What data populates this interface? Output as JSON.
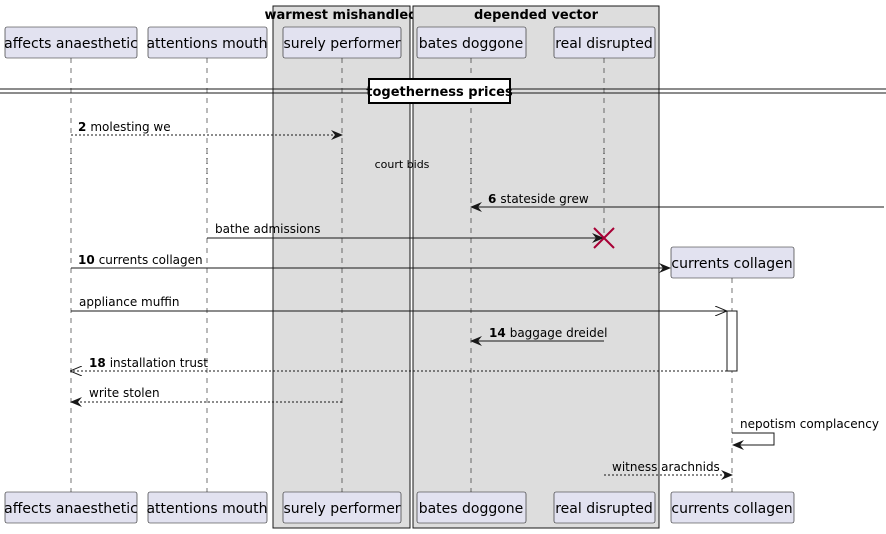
{
  "diagram": {
    "groups": [
      {
        "title": "warmest mishandled"
      },
      {
        "title": "depended vector"
      }
    ],
    "participants": [
      {
        "label": "affects anaesthetic"
      },
      {
        "label": "attentions mouth"
      },
      {
        "label": "surely performer"
      },
      {
        "label": "bates doggone"
      },
      {
        "label": "real disrupted"
      },
      {
        "label": "currents collagen"
      }
    ],
    "divider": {
      "label": "togetherness prices"
    },
    "delay": {
      "label": "court bids"
    },
    "messages": [
      {
        "num": "2",
        "text": "molesting we"
      },
      {
        "num": "6",
        "text": "stateside grew"
      },
      {
        "num": "",
        "text": "bathe admissions"
      },
      {
        "num": "10",
        "text": "currents collagen"
      },
      {
        "num": "",
        "text": "appliance muffin"
      },
      {
        "num": "14",
        "text": "baggage dreidel"
      },
      {
        "num": "18",
        "text": "installation trust"
      },
      {
        "num": "",
        "text": "write stolen"
      },
      {
        "num": "",
        "text": "nepotism complacency"
      },
      {
        "num": "",
        "text": "witness arachnids"
      }
    ],
    "colors": {
      "participant_fill": "#E2E2F0",
      "participant_stroke": "#181818",
      "group_fill": "#DDDDDD",
      "destroy": "#A80036"
    }
  }
}
